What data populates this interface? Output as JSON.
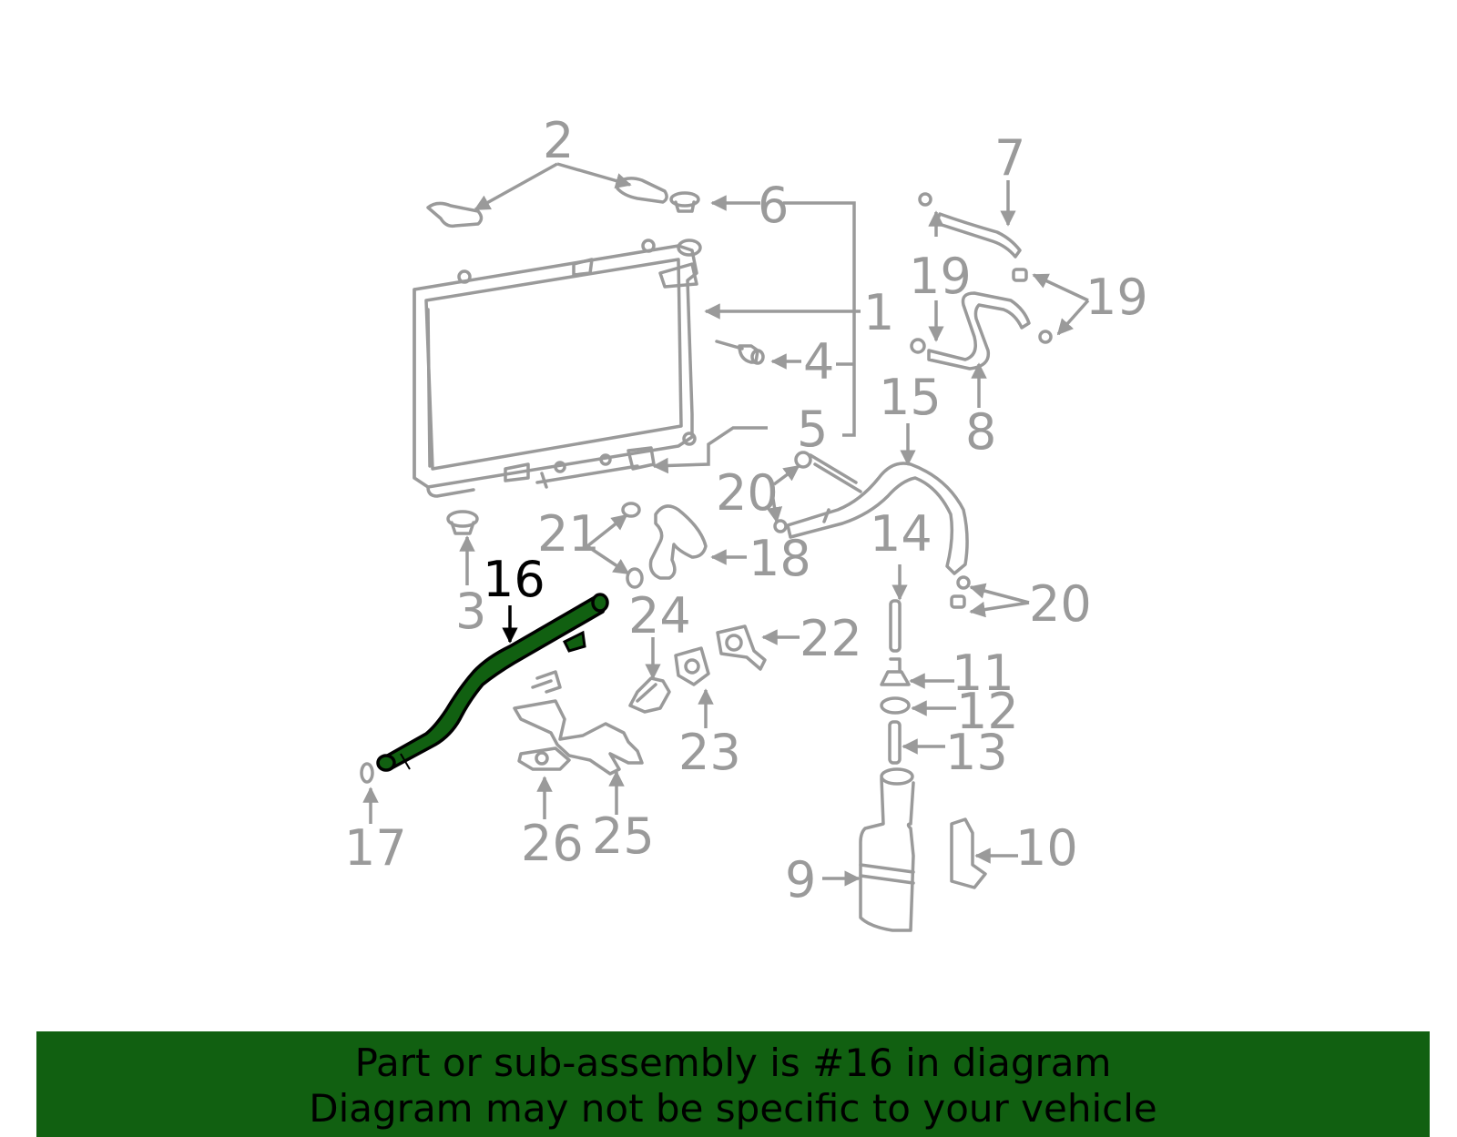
{
  "highlight": {
    "part_number": "16",
    "fill": "#116011",
    "stroke": "#000000"
  },
  "colors": {
    "part_line": "#9a9a9a",
    "banner_bg": "#116011",
    "banner_text": "#000000",
    "background": "#ffffff"
  },
  "callouts": {
    "c1": "1",
    "c2": "2",
    "c3": "3",
    "c4": "4",
    "c5": "5",
    "c6": "6",
    "c7": "7",
    "c8": "8",
    "c9": "9",
    "c10": "10",
    "c11": "11",
    "c12": "12",
    "c13": "13",
    "c14": "14",
    "c15": "15",
    "c16": "16",
    "c17": "17",
    "c18": "18",
    "c19a": "19",
    "c19b": "19",
    "c20a": "20",
    "c20b": "20",
    "c21": "21",
    "c22": "22",
    "c23": "23",
    "c24": "24",
    "c25": "25",
    "c26": "26"
  },
  "banner": {
    "line1": "Part or sub-assembly is #16 in diagram",
    "line2": "Diagram may not be specific to your vehicle"
  }
}
